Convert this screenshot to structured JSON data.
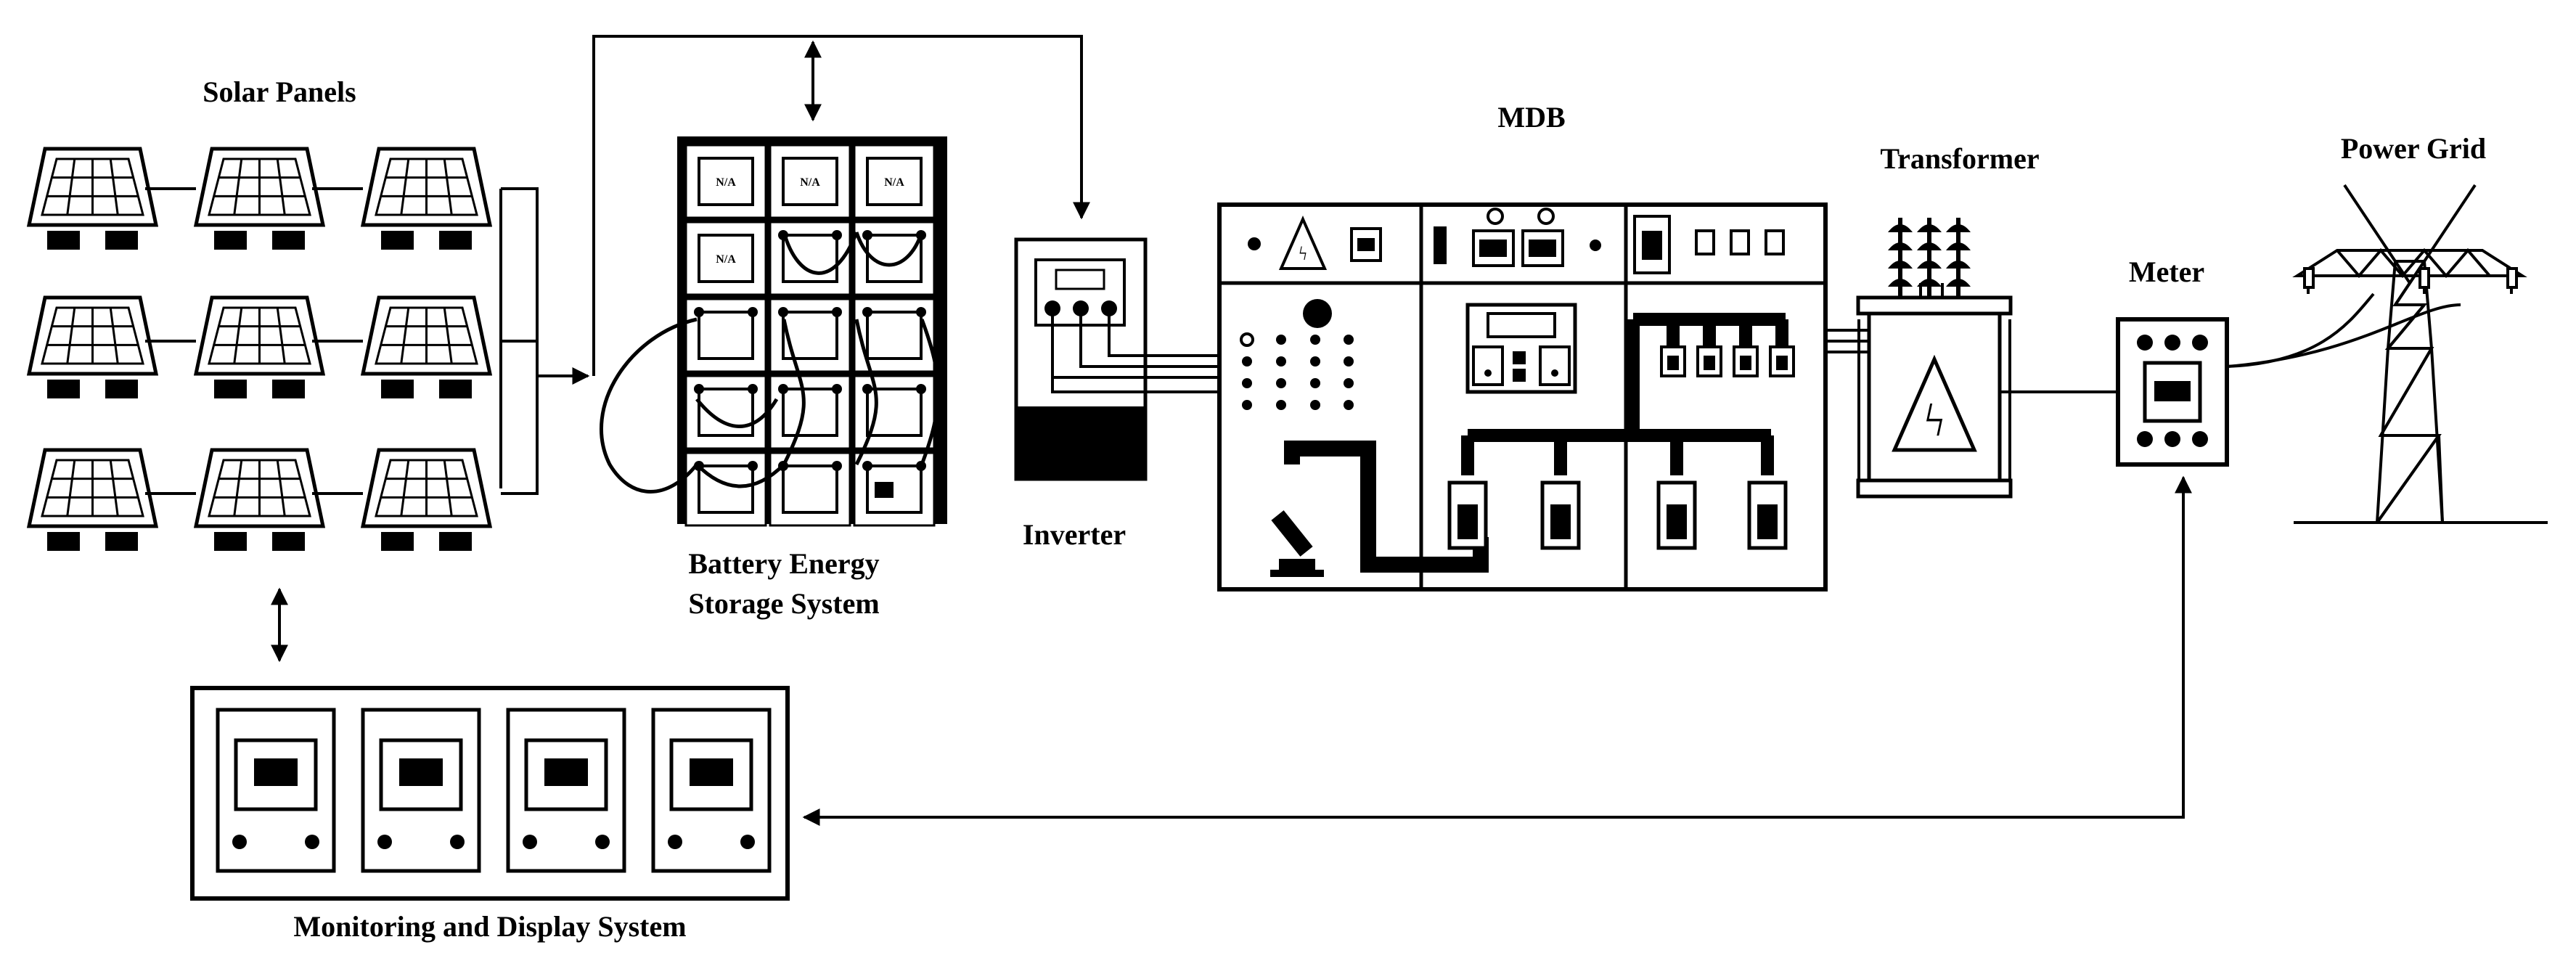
{
  "labels": {
    "solar_panels": "Solar Panels",
    "bess_line1": "Battery Energy",
    "bess_line2": "Storage System",
    "inverter": "Inverter",
    "mdb": "MDB",
    "transformer": "Transformer",
    "meter": "Meter",
    "power_grid": "Power Grid",
    "monitoring": "Monitoring and Display System"
  },
  "battery_cells": [
    "N/A",
    "N/A",
    "N/A",
    "N/A"
  ],
  "colors": {
    "ink": "#000000",
    "background": "#ffffff"
  }
}
